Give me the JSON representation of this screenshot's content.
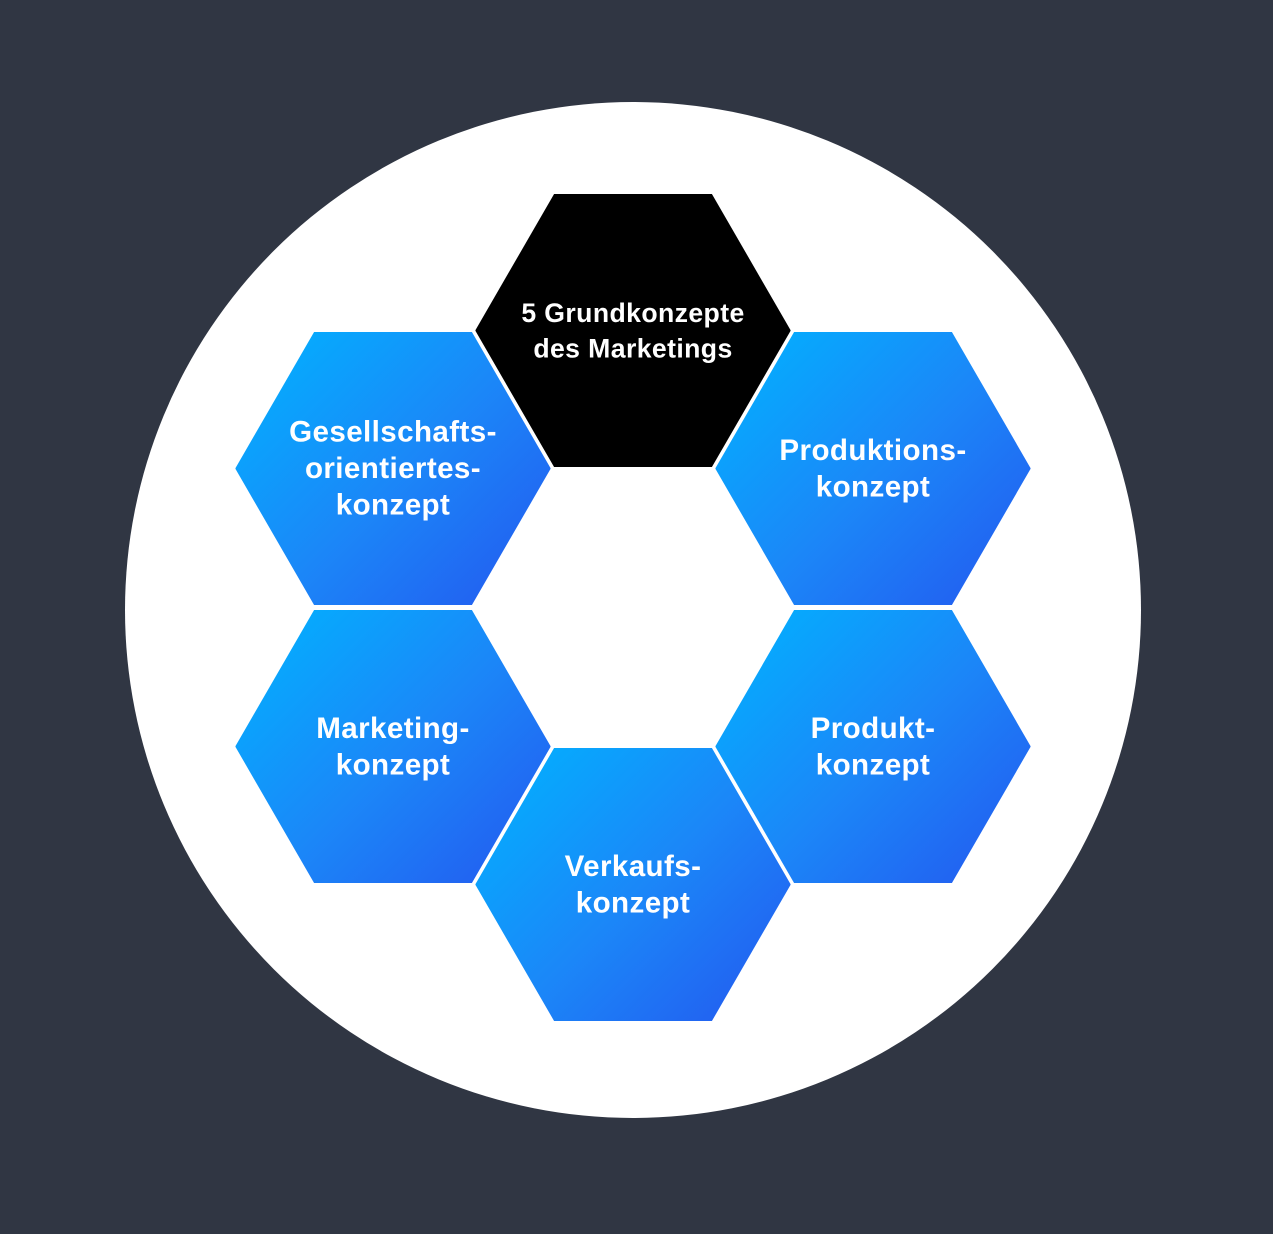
{
  "diagram": {
    "type": "honeycomb-concept-diagram",
    "colors": {
      "background": "#303643",
      "circle": "#ffffff",
      "title_hexagon": "#000000",
      "concept_gradient_start": "#00b4ff",
      "concept_gradient_end": "#2457ef",
      "text": "#ffffff"
    },
    "title": {
      "label": "5 Grundkonzepte des Marketings",
      "lines": [
        "5 Grundkonzepte",
        "des Marketings"
      ]
    },
    "concepts": [
      {
        "label": "Gesellschafts-orientiertes-konzept",
        "lines": [
          "Gesellschafts-",
          "orientiertes-",
          "konzept"
        ],
        "position": "upper-left"
      },
      {
        "label": "Produktions-konzept",
        "lines": [
          "Produktions-",
          "konzept"
        ],
        "position": "upper-right"
      },
      {
        "label": "Marketing-konzept",
        "lines": [
          "Marketing-",
          "konzept"
        ],
        "position": "middle-left"
      },
      {
        "label": "Produkt-konzept",
        "lines": [
          "Produkt-",
          "konzept"
        ],
        "position": "middle-right"
      },
      {
        "label": "Verkaufs-konzept",
        "lines": [
          "Verkaufs-",
          "konzept"
        ],
        "position": "bottom-center"
      }
    ]
  }
}
